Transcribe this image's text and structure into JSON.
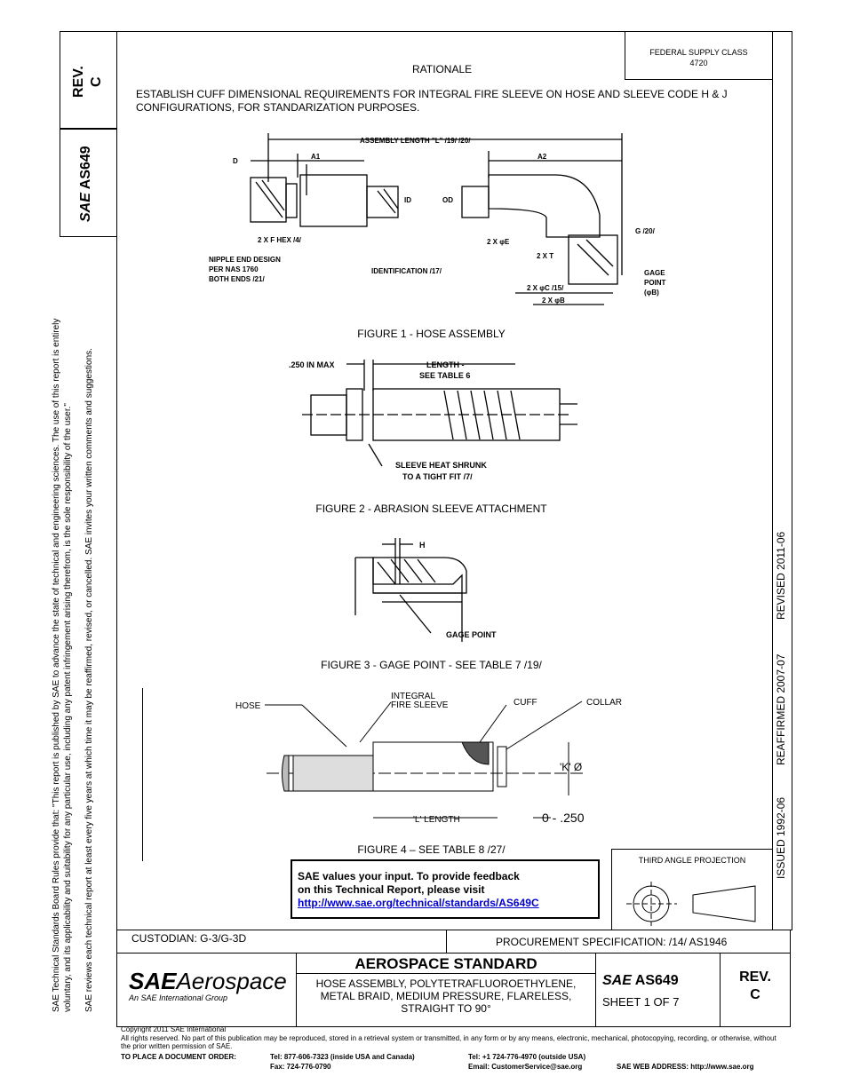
{
  "side_notes": {
    "line1": "SAE Technical Standards Board Rules provide that: \"This report is published by SAE to advance the state of technical and engineering sciences. The use of this report is entirely",
    "line2": "voluntary, and its applicability and suitability for any particular use, including any patent infringement arising therefrom, is the sole responsibility of the user.\"",
    "line3": "SAE reviews each technical report at least every five years at which time it may be reaffirmed, revised, or cancelled. SAE invites your written comments and suggestions."
  },
  "left_tab": {
    "rev_label": "REV.",
    "rev_value": "C",
    "doc_prefix": "SAE",
    "doc_number": "AS649"
  },
  "right_tab": {
    "issued": "ISSUED 1992-06",
    "reaffirmed": "REAFFIRMED 2007-07",
    "revised": "REVISED 2011-06"
  },
  "fsc": {
    "label": "FEDERAL SUPPLY CLASS",
    "value": "4720"
  },
  "rationale": {
    "title": "RATIONALE",
    "text": "ESTABLISH CUFF DIMENSIONAL REQUIREMENTS FOR INTEGRAL FIRE SLEEVE ON HOSE AND SLEEVE CODE H & J CONFIGURATIONS, FOR STANDARIZATION PURPOSES."
  },
  "figures": {
    "fig1": {
      "caption": "FIGURE 1 - HOSE ASSEMBLY",
      "labels": {
        "assembly_length": "ASSEMBLY LENGTH \"L\" /19/ /20/",
        "d": "D",
        "a1": "A1",
        "a2": "A2",
        "id": "ID",
        "od": "OD",
        "hex": "2 X F HEX /4/",
        "nipple1": "NIPPLE END DESIGN",
        "nipple2": "PER NAS 1760",
        "nipple3": "BOTH ENDS /21/",
        "identification": "IDENTIFICATION /17/",
        "e": "2 X φE",
        "g": "G /20/",
        "t": "2 X T",
        "gage1": "GAGE",
        "gage2": "POINT",
        "gage3": "(φB)",
        "c": "2 X φC /15/",
        "b": "2 X φB"
      }
    },
    "fig2": {
      "caption": "FIGURE 2 - ABRASION SLEEVE ATTACHMENT",
      "labels": {
        "max": ".250 IN MAX",
        "length1": "LENGTH -",
        "length2": "SEE TABLE 6",
        "sleeve1": "SLEEVE HEAT SHRUNK",
        "sleeve2": "TO A TIGHT FIT /7/"
      }
    },
    "fig3": {
      "caption": "FIGURE 3 - GAGE POINT - SEE TABLE 7 /19/",
      "labels": {
        "h": "H",
        "gage_point": "GAGE POINT"
      }
    },
    "fig4": {
      "caption": "FIGURE 4 – SEE TABLE 8 /27/",
      "labels": {
        "hose": "HOSE",
        "integral1": "INTEGRAL",
        "integral2": "FIRE SLEEVE",
        "cuff": "CUFF",
        "collar": "COLLAR",
        "k": "'K' Ø",
        "l": "'L' LENGTH",
        "range": "0 - .250"
      }
    }
  },
  "feedback": {
    "line1": "SAE values your input. To provide feedback",
    "line2": "on this Technical Report, please visit",
    "link": "http://www.sae.org/technical/standards/AS649C"
  },
  "projection": {
    "label": "THIRD ANGLE PROJECTION"
  },
  "title_block": {
    "custodian": "CUSTODIAN: G-3/G-3D",
    "procurement": "PROCUREMENT SPECIFICATION: /14/ AS1946",
    "logo_main": "SAE",
    "logo_word": "Aerospace",
    "logo_sub": "An SAE International Group",
    "category": "AEROSPACE STANDARD",
    "title": "HOSE ASSEMBLY, POLYTETRAFLUOROETHYLENE, METAL BRAID, MEDIUM PRESSURE, FLARELESS, STRAIGHT TO 90°",
    "doc_prefix": "SAE",
    "doc_number": "AS649",
    "sheet": "SHEET 1 OF 7",
    "rev_label": "REV.",
    "rev_value": "C"
  },
  "footer": {
    "copyright": "Copyright 2011 SAE International",
    "rights": "All rights reserved. No part of this publication may be reproduced, stored in a retrieval system or transmitted, in any form or by any means, electronic, mechanical, photocopying, recording, or otherwise, without the prior written permission of SAE.",
    "order_label": "TO PLACE A DOCUMENT ORDER:",
    "tel1": "Tel: 877-606-7323 (inside USA and Canada)",
    "fax": "Fax: 724-776-0790",
    "tel2": "Tel: +1 724-776-4970 (outside USA)",
    "email": "Email: CustomerService@sae.org",
    "web": "SAE WEB ADDRESS: http://www.sae.org"
  }
}
